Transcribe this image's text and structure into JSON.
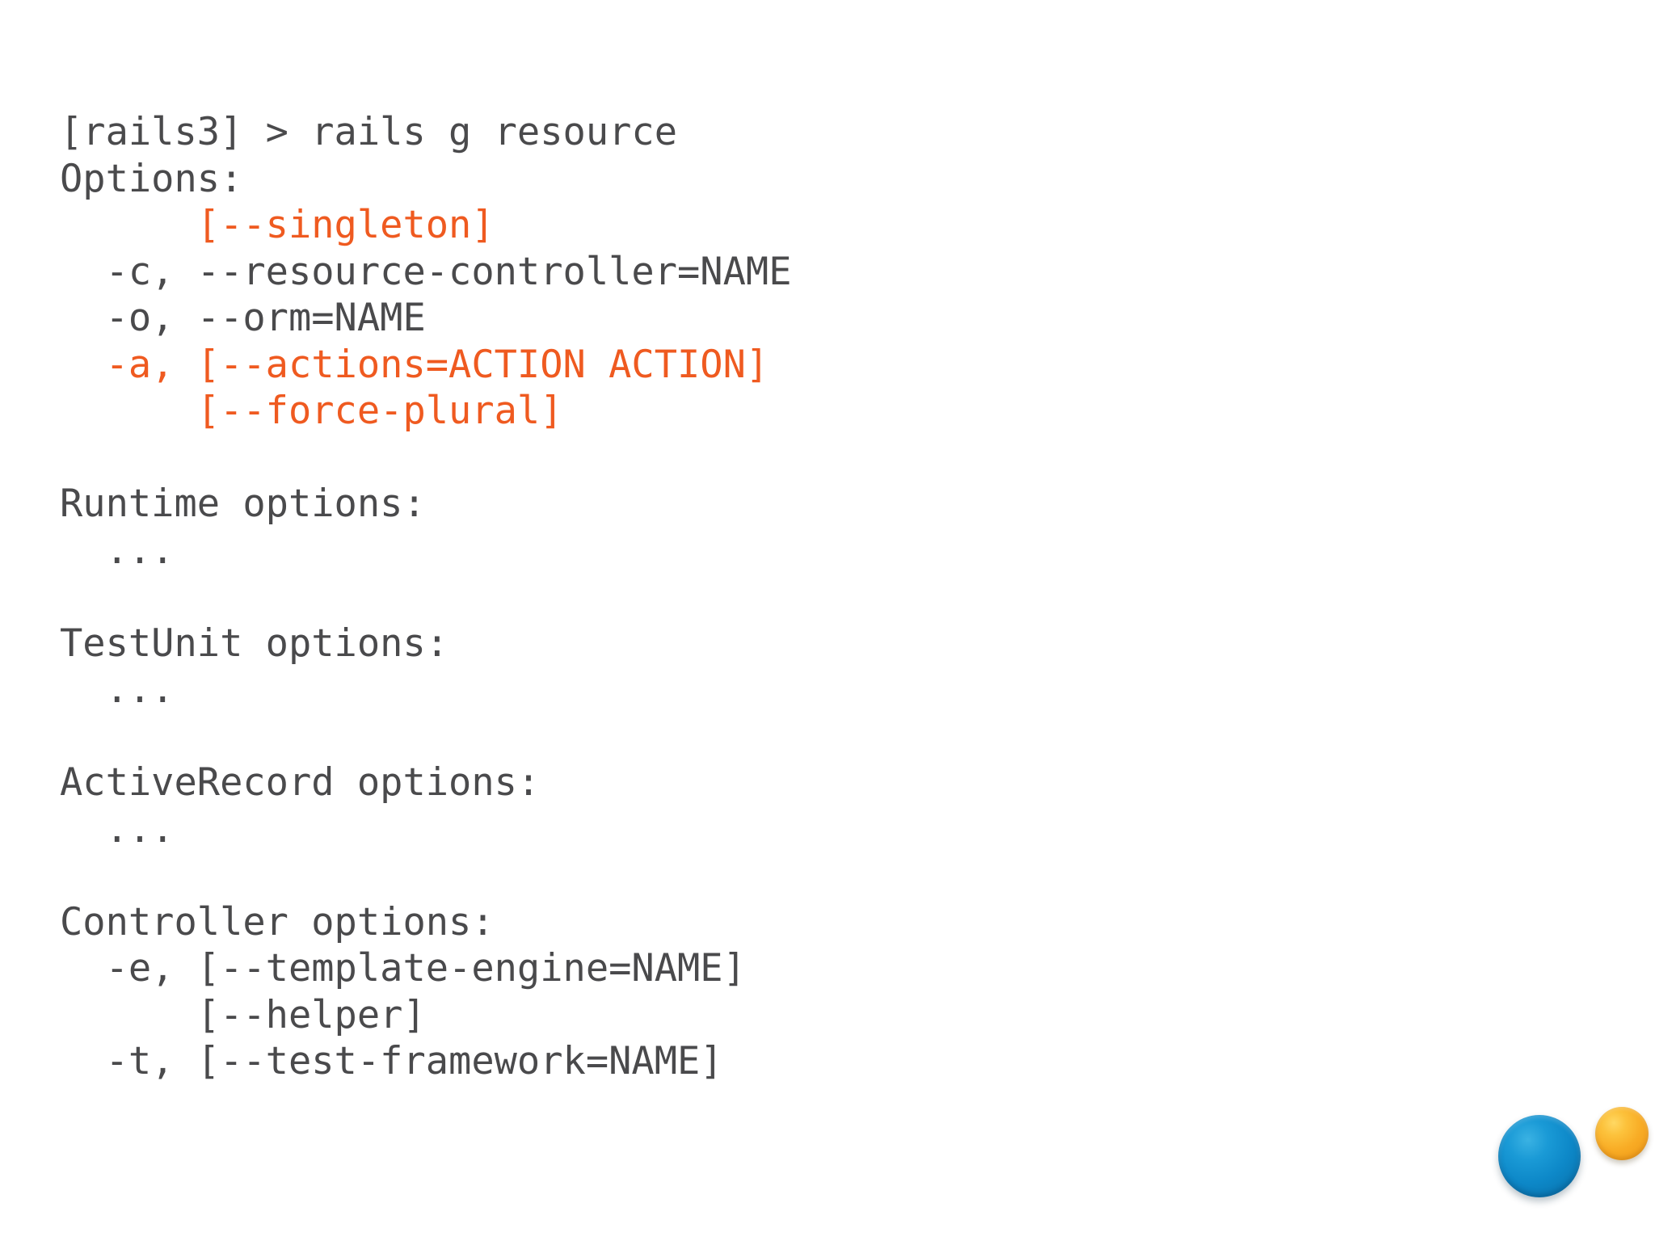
{
  "slide": {
    "background_color": "#ffffff",
    "text_color": "#4a4a4c",
    "highlight_color": "#ef5a20"
  },
  "terminal": {
    "prompt_line": "[rails3] > rails g resource",
    "lines": [
      {
        "id": "l0",
        "text": "[rails3] > rails g resource",
        "color": "gray",
        "blank": false
      },
      {
        "id": "l1",
        "text": "Options:",
        "color": "gray",
        "blank": false
      },
      {
        "id": "l2",
        "text": "      [--singleton]",
        "color": "orange",
        "blank": false
      },
      {
        "id": "l3",
        "text": "  -c, --resource-controller=NAME",
        "color": "gray",
        "blank": false
      },
      {
        "id": "l4",
        "text": "  -o, --orm=NAME",
        "color": "gray",
        "blank": false
      },
      {
        "id": "l5",
        "text": "  -a, [--actions=ACTION ACTION]",
        "color": "orange",
        "blank": false
      },
      {
        "id": "l6",
        "text": "      [--force-plural]",
        "color": "orange",
        "blank": false
      },
      {
        "id": "l7",
        "text": "",
        "color": "gray",
        "blank": true
      },
      {
        "id": "l8",
        "text": "Runtime options:",
        "color": "gray",
        "blank": false
      },
      {
        "id": "l9",
        "text": "  ...",
        "color": "gray",
        "blank": false
      },
      {
        "id": "l10",
        "text": "",
        "color": "gray",
        "blank": true
      },
      {
        "id": "l11",
        "text": "TestUnit options:",
        "color": "gray",
        "blank": false
      },
      {
        "id": "l12",
        "text": "  ...",
        "color": "gray",
        "blank": false
      },
      {
        "id": "l13",
        "text": "",
        "color": "gray",
        "blank": true
      },
      {
        "id": "l14",
        "text": "ActiveRecord options:",
        "color": "gray",
        "blank": false
      },
      {
        "id": "l15",
        "text": "  ...",
        "color": "gray",
        "blank": false
      },
      {
        "id": "l16",
        "text": "",
        "color": "gray",
        "blank": true
      },
      {
        "id": "l17",
        "text": "Controller options:",
        "color": "gray",
        "blank": false
      },
      {
        "id": "l18",
        "text": "  -e, [--template-engine=NAME]",
        "color": "gray",
        "blank": false
      },
      {
        "id": "l19",
        "text": "      [--helper]",
        "color": "gray",
        "blank": false
      },
      {
        "id": "l20",
        "text": "  -t, [--test-framework=NAME]",
        "color": "gray",
        "blank": false
      }
    ]
  },
  "decoration": {
    "bullets": [
      {
        "name": "blue-circle",
        "color": "#0d88c8"
      },
      {
        "name": "orange-circle",
        "color": "#f8ab24"
      }
    ]
  }
}
